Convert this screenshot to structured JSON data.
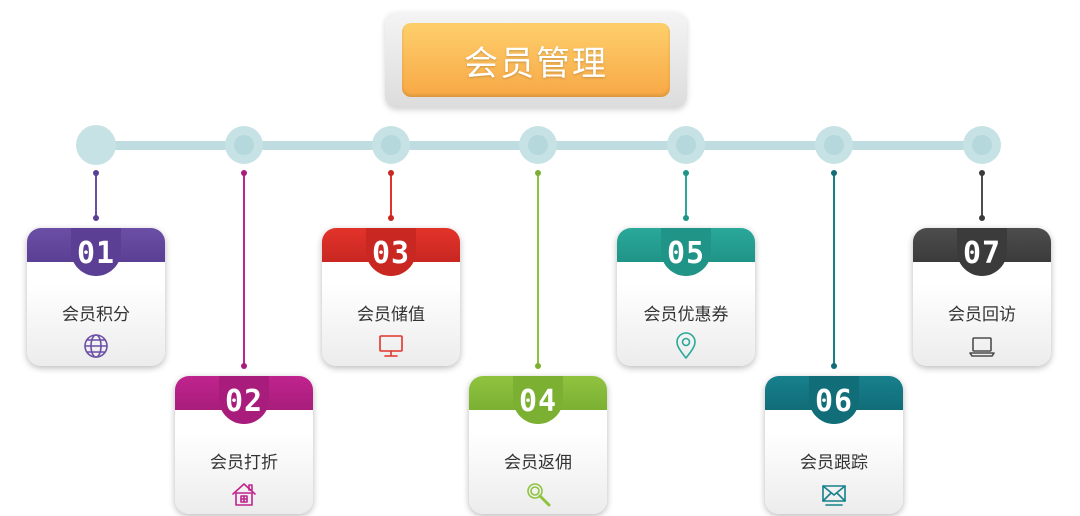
{
  "title": "会员管理",
  "colors": {
    "title_gradient_top": "#fecf6c",
    "title_gradient_bottom": "#f7a845",
    "rail": "#bfdde0"
  },
  "steps": [
    {
      "num": "01",
      "label": "会员积分",
      "icon": "globe-icon",
      "color": "#6b4fa6",
      "color_dark": "#5a3f95"
    },
    {
      "num": "02",
      "label": "会员打折",
      "icon": "house-icon",
      "color": "#c0248e",
      "color_dark": "#a81d7b"
    },
    {
      "num": "03",
      "label": "会员储值",
      "icon": "monitor-icon",
      "color": "#e2332a",
      "color_dark": "#c92722"
    },
    {
      "num": "04",
      "label": "会员返佣",
      "icon": "magnifier-icon",
      "color": "#8fc33f",
      "color_dark": "#7cb032"
    },
    {
      "num": "05",
      "label": "会员优惠券",
      "icon": "location-pin-icon",
      "color": "#2aa89a",
      "color_dark": "#1f9487"
    },
    {
      "num": "06",
      "label": "会员跟踪",
      "icon": "envelope-icon",
      "color": "#17808c",
      "color_dark": "#116d78"
    },
    {
      "num": "07",
      "label": "会员回访",
      "icon": "laptop-icon",
      "color": "#4d4d4d",
      "color_dark": "#3b3b3b"
    }
  ]
}
